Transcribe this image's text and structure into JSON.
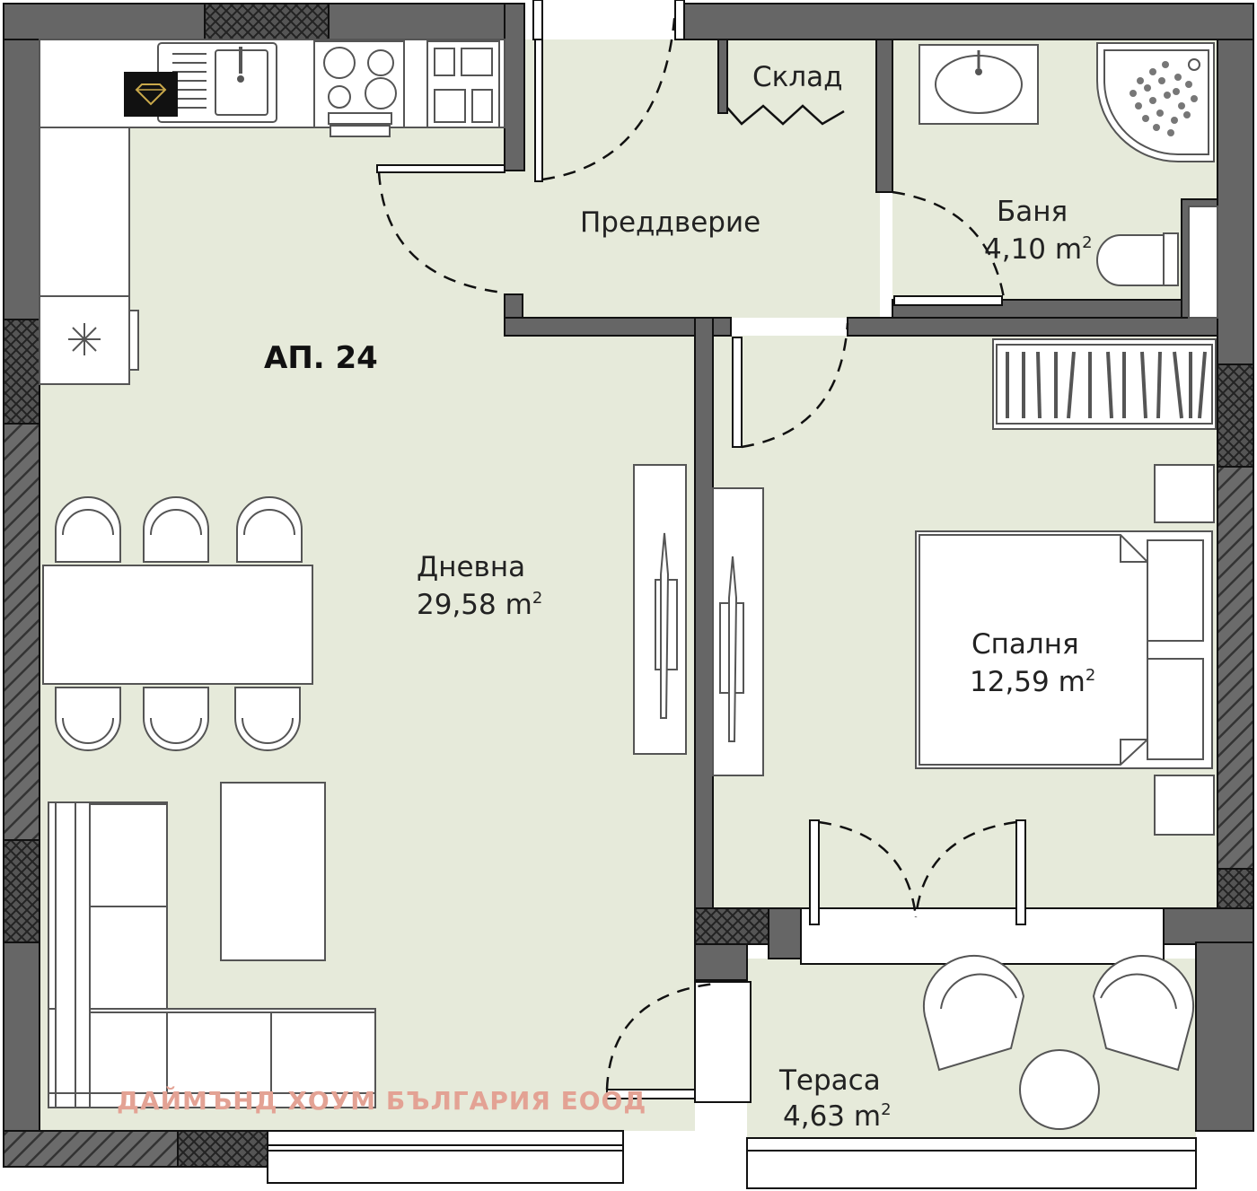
{
  "apartment": {
    "label": "АП. 24"
  },
  "rooms": {
    "living": {
      "name": "Дневна",
      "area": "29,58 m"
    },
    "hall": {
      "name": "Преддверие"
    },
    "storage": {
      "name": "Склад"
    },
    "bathroom": {
      "name": "Баня",
      "area": "4,10 m"
    },
    "bedroom": {
      "name": "Спалня",
      "area": "12,59 m"
    },
    "terrace": {
      "name": "Тераса",
      "area": "4,63 m"
    }
  },
  "area_unit_superscript": "2",
  "watermark": "ДАЙМЪНД ХОУМ БЪЛГАРИЯ ЕООД",
  "colors": {
    "floor": "#e6eada",
    "wall": "#666666",
    "watermark": "#e3a294"
  },
  "icons": [
    "logo-diamond-icon",
    "sink-icon",
    "stove-icon",
    "shower-icon",
    "toilet-icon",
    "washbasin-icon",
    "wardrobe-icon",
    "bed-icon",
    "dining-chair-icon",
    "sofa-icon",
    "tv-icon",
    "armchair-icon"
  ]
}
